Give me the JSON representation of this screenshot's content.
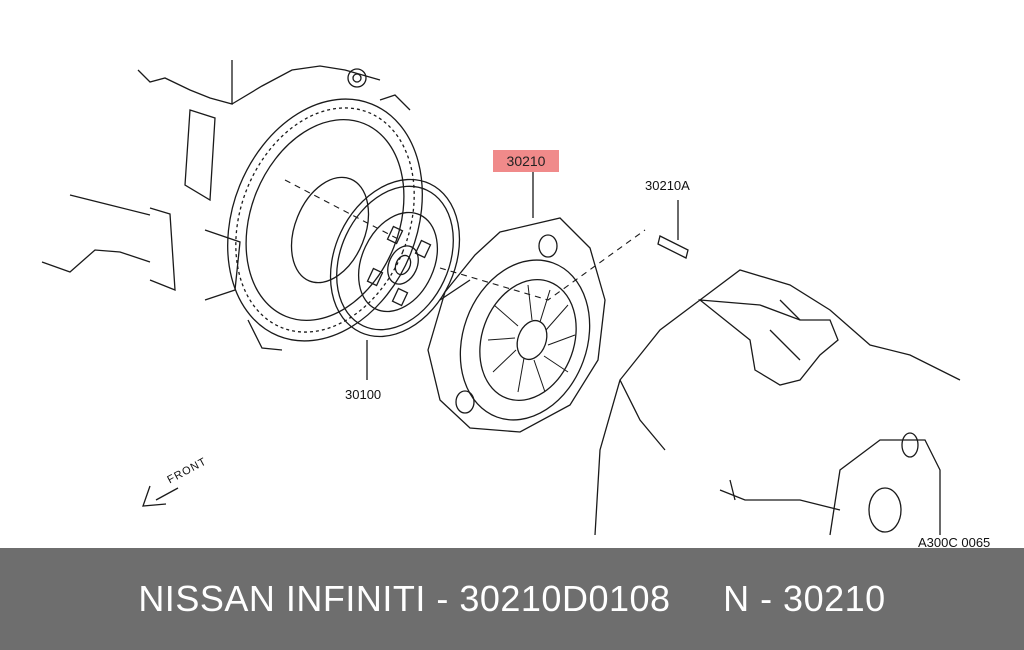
{
  "diagram": {
    "callouts": {
      "pressure_plate": "30210",
      "bolt": "30210A",
      "clutch_disc": "30100"
    },
    "front_label": "FRONT",
    "drawing_code": "A300C 0065",
    "highlight_color": "#f08a8a"
  },
  "footer": {
    "brand": "NISSAN INFINITI",
    "part_number": "30210D0108",
    "group": "N - 30210",
    "background_color": "#6e6e6e"
  }
}
